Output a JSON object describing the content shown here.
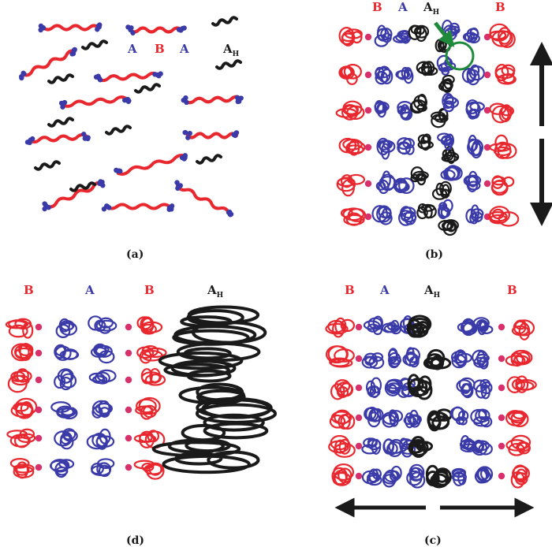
{
  "colors": {
    "block_A": "#3a3aa8",
    "block_B": "#e8282e",
    "homopolymer_AH": "#1a1a1a",
    "highlight_arrow": "#1f8a3a",
    "joint_dot": "#d8306a",
    "axis_arrow": "#1a1a1a"
  },
  "panel_a": {
    "caption": "(a)",
    "labels": {
      "A1": "A",
      "B": "B",
      "A2": "A",
      "AH_main": "A",
      "AH_sub": "H"
    }
  },
  "panel_b": {
    "caption": "(b)",
    "labels": {
      "B_left": "B",
      "A": "A",
      "AH_main": "A",
      "AH_sub": "H",
      "B_right": "B"
    },
    "arrow": "vertical-double-headed",
    "highlight": "green-circle-with-arrow"
  },
  "panel_c": {
    "caption": "(c)",
    "labels": {
      "B_left": "B",
      "A": "A",
      "AH_main": "A",
      "AH_sub": "H",
      "B_right": "B"
    },
    "arrow": "horizontal-double-headed"
  },
  "panel_d": {
    "caption": "(d)",
    "labels": {
      "B_left": "B",
      "A": "A",
      "B_mid": "B",
      "AH_main": "A",
      "AH_sub": "H"
    }
  }
}
